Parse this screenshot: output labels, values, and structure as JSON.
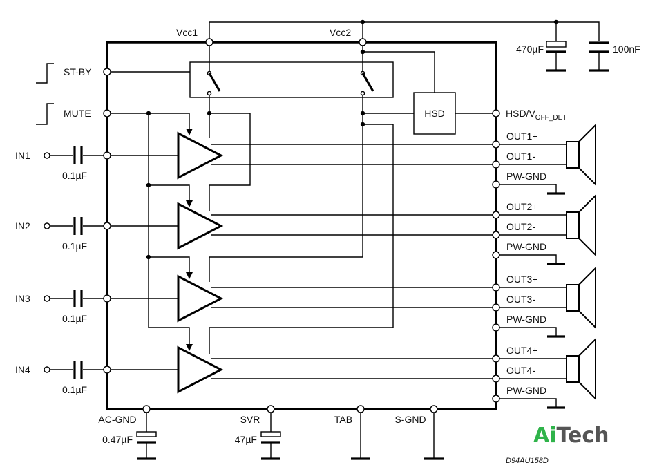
{
  "pins": {
    "vcc1": "Vcc1",
    "vcc2": "Vcc2",
    "stby": "ST-BY",
    "mute": "MUTE",
    "hsd_out_main": "HSD/V",
    "hsd_out_sub": "OFF_DET",
    "ac_gnd": "AC-GND",
    "svr": "SVR",
    "tab": "TAB",
    "s_gnd": "S-GND"
  },
  "blocks": {
    "hsd": "HSD"
  },
  "capacitors": {
    "bulk": "470µF",
    "decoupling": "100nF",
    "ac_gnd": "0.47µF",
    "svr": "47µF"
  },
  "channels": [
    {
      "input": "IN1",
      "cap": "0.1µF",
      "out_pos": "OUT1+",
      "out_neg": "OUT1-",
      "gnd": "PW-GND"
    },
    {
      "input": "IN2",
      "cap": "0.1µF",
      "out_pos": "OUT2+",
      "out_neg": "OUT2-",
      "gnd": "PW-GND"
    },
    {
      "input": "IN3",
      "cap": "0.1µF",
      "out_pos": "OUT3+",
      "out_neg": "OUT3-",
      "gnd": "PW-GND"
    },
    {
      "input": "IN4",
      "cap": "0.1µF",
      "out_pos": "OUT4+",
      "out_neg": "OUT4-",
      "gnd": "PW-GND"
    }
  ],
  "drawing_code": "D94AU158D",
  "watermark": {
    "part1": "Ai",
    "part2": "Tech",
    "color1": "#2fb34a",
    "color2": "#555555"
  }
}
